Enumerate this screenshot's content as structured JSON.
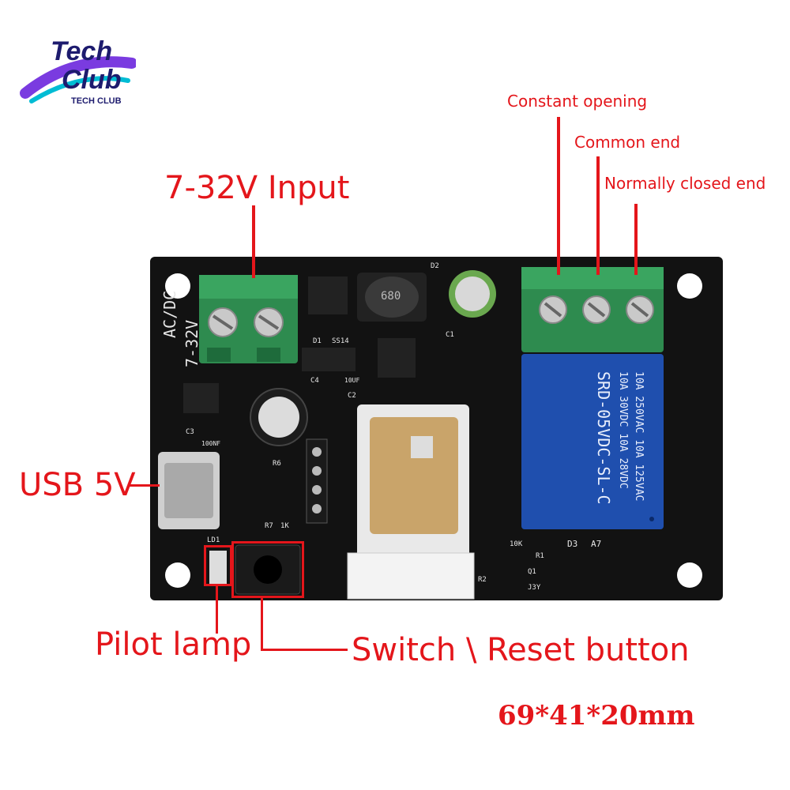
{
  "logo": {
    "line1": "Tech",
    "line2": "Club",
    "tagline": "TECH CLUB"
  },
  "labels": {
    "input": "7-32V Input",
    "usb": "USB 5V",
    "pilot": "Pilot lamp",
    "switch": "Switch \\ Reset button",
    "constant": "Constant opening",
    "common": "Common end",
    "nc": "Normally closed end",
    "dims": "69*41*20mm"
  },
  "board": {
    "acdc": "AC/DC",
    "voltage": "7-32V",
    "inductor": "680",
    "relay_lines": [
      "10A 250VAC  10A 125VAC",
      "10A 30VDC  10A 28VDC",
      "SRD-05VDC-SL-C"
    ],
    "silk": [
      "D1",
      "SS14",
      "D2",
      "C1",
      "C2",
      "C3",
      "C4",
      "R6",
      "R7",
      "1K",
      "10K",
      "D3",
      "A7",
      "R1",
      "R2",
      "Q1",
      "LD1",
      "J3Y",
      "100NF",
      "10UF"
    ]
  },
  "colors": {
    "accent": "#e4161b",
    "pcb": "#121212",
    "terminal": "#2e8b4f",
    "relay": "#1f4fae"
  }
}
